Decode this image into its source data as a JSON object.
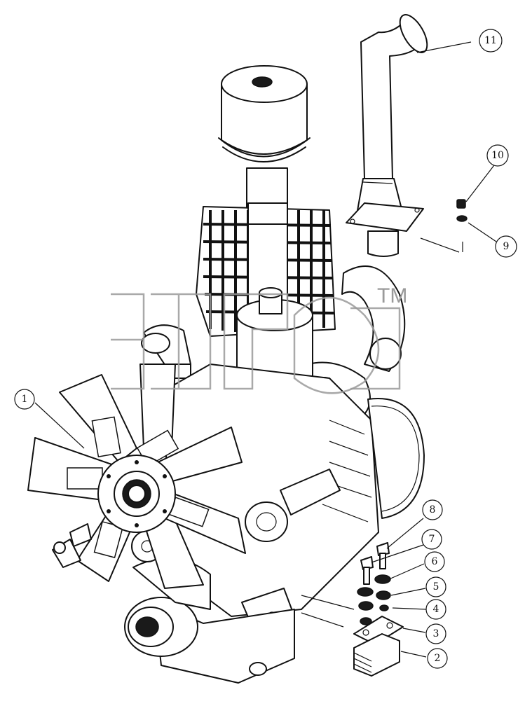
{
  "watermark": {
    "mark": "TM"
  },
  "callouts": [
    {
      "id": "1",
      "label": "1"
    },
    {
      "id": "2",
      "label": "2"
    },
    {
      "id": "3",
      "label": "3"
    },
    {
      "id": "4",
      "label": "4"
    },
    {
      "id": "5",
      "label": "5"
    },
    {
      "id": "6",
      "label": "6"
    },
    {
      "id": "7",
      "label": "7"
    },
    {
      "id": "8",
      "label": "8"
    },
    {
      "id": "9",
      "label": "9"
    },
    {
      "id": "10",
      "label": "10"
    },
    {
      "id": "11",
      "label": "11"
    }
  ],
  "colors": {
    "line": "#111111",
    "watermark": "#9a9a9a",
    "background": "#ffffff"
  }
}
